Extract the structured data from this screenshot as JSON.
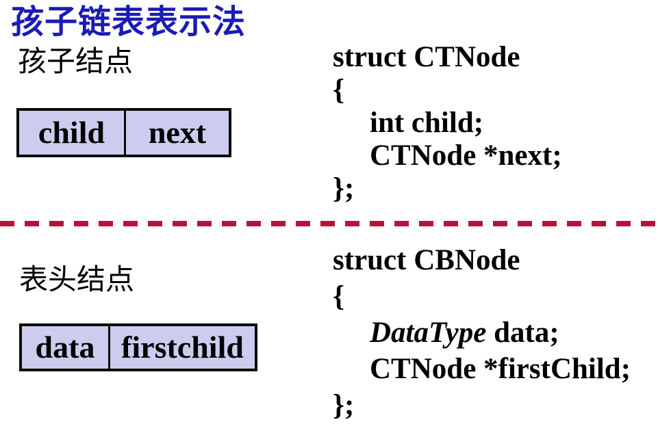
{
  "title": "孩子链表表示法",
  "colors": {
    "title_blue": "#1B1BB5",
    "node_fill": "#CCCCEE",
    "node_border": "#0A0A0A",
    "divider_red": "#B8123A",
    "text": "#000000"
  },
  "top_section": {
    "label": "孩子结点",
    "node_cells": [
      "child",
      "next"
    ],
    "code": {
      "line1": "struct CTNode",
      "line2": "{",
      "line3": "int child;",
      "line4": "CTNode *next;",
      "line5": "};"
    }
  },
  "bottom_section": {
    "label": "表头结点",
    "node_cells": [
      "data",
      "firstchild"
    ],
    "code": {
      "line1": "struct CBNode",
      "line2": "{",
      "line3_italic": "DataType",
      "line3_rest": " data;",
      "line4": "CTNode *firstChild;",
      "line5": "};"
    }
  }
}
